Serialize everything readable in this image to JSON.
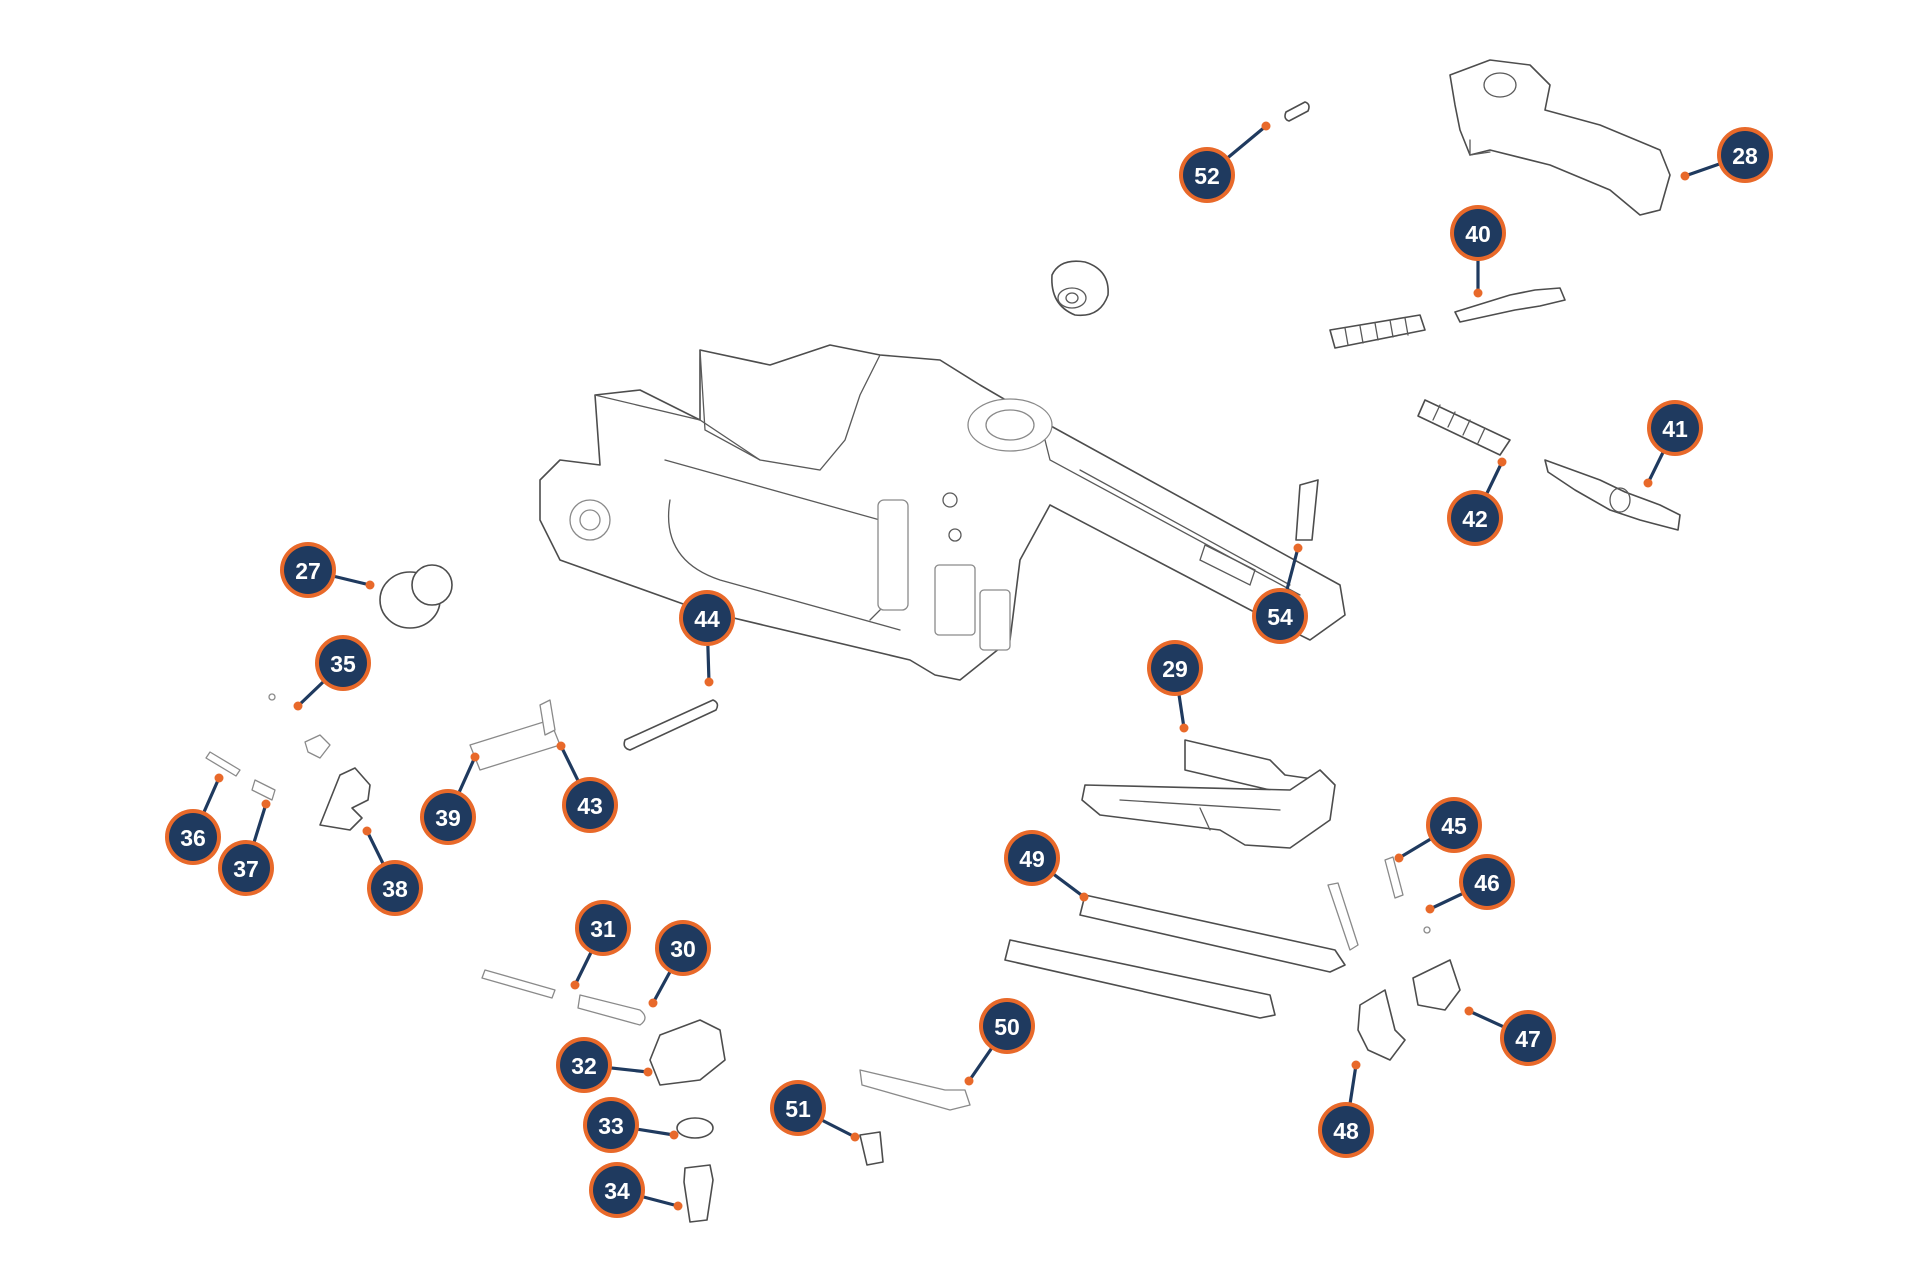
{
  "colors": {
    "callout_fill": "#1f3a5f",
    "callout_ring": "#e8692a",
    "leader_line": "#1f3a5f",
    "leader_dot": "#e8692a",
    "part_outline": "#4d4d4d",
    "background": "#ffffff"
  },
  "callouts": [
    {
      "label": "27"
    },
    {
      "label": "28"
    },
    {
      "label": "29"
    },
    {
      "label": "30"
    },
    {
      "label": "31"
    },
    {
      "label": "32"
    },
    {
      "label": "33"
    },
    {
      "label": "34"
    },
    {
      "label": "35"
    },
    {
      "label": "36"
    },
    {
      "label": "37"
    },
    {
      "label": "38"
    },
    {
      "label": "39"
    },
    {
      "label": "40"
    },
    {
      "label": "41"
    },
    {
      "label": "42"
    },
    {
      "label": "43"
    },
    {
      "label": "44"
    },
    {
      "label": "45"
    },
    {
      "label": "46"
    },
    {
      "label": "47"
    },
    {
      "label": "48"
    },
    {
      "label": "49"
    },
    {
      "label": "50"
    },
    {
      "label": "51"
    },
    {
      "label": "52"
    },
    {
      "label": "54"
    }
  ]
}
